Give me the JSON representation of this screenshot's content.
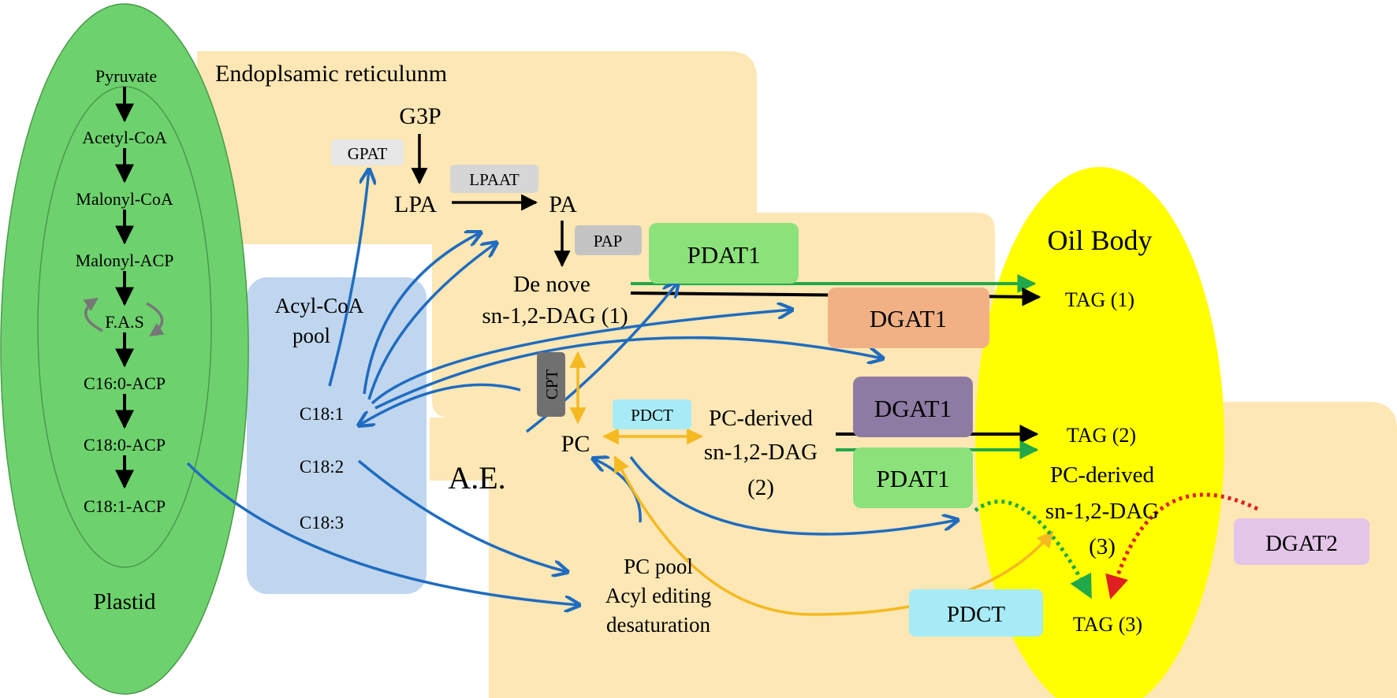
{
  "plastid": {
    "title": "Plastid",
    "chain": [
      "Pyruvate",
      "Acetyl-CoA",
      "Malonyl-CoA",
      "Malonyl-ACP",
      "F.A.S",
      "C16:0-ACP",
      "C18:0-ACP",
      "C18:1-ACP"
    ]
  },
  "er": {
    "title": "Endoplsamic reticulunm",
    "g3p": "G3P",
    "lpa": "LPA",
    "pa": "PA",
    "denovo_line1": "De nove",
    "denovo_line2": "sn-1,2-DAG (1)"
  },
  "acyl_pool": {
    "title_line1": "Acyl-CoA",
    "title_line2": "pool",
    "items": [
      "C18:1",
      "C18:2",
      "C18:3"
    ]
  },
  "ae": {
    "label": "A.E.",
    "pc": "PC",
    "pc_derived2_line1": "PC-derived",
    "pc_derived2_line2": "sn-1,2-DAG",
    "pc_derived2_line3": "(2)",
    "pc_pool_line1": "PC pool",
    "pc_pool_line2": "Acyl editing",
    "pc_pool_line3": "desaturation"
  },
  "oil_body": {
    "title": "Oil Body",
    "tag1": "TAG (1)",
    "tag2": "TAG (2)",
    "tag3": "TAG (3)",
    "pc_derived3_line1": "PC-derived",
    "pc_derived3_line2": "sn-1,2-DAG",
    "pc_derived3_line3": "(3)"
  },
  "enzymes": {
    "gpat": "GPAT",
    "lpaat": "LPAAT",
    "pap": "PAP",
    "pdat1_top": "PDAT1",
    "dgat1_top": "DGAT1",
    "cpt": "CPT",
    "pdct_mid": "PDCT",
    "dgat1_mid": "DGAT1",
    "pdat1_mid": "PDAT1",
    "dgat2": "DGAT2",
    "pdct_bottom": "PDCT"
  },
  "colors": {
    "plastid_fill": "#6dd26d",
    "er_fill": "#fde7b4",
    "acyl_pool_fill": "#bfd6ee",
    "oil_body_fill": "#ffff00",
    "blue_arrow": "#1f6cc0",
    "black_arrow": "#000000",
    "green_arrow": "#21a84a",
    "orange_arrow": "#f5b921",
    "red_dotted": "#e02020",
    "gray_fas": "#777777",
    "gpat_fill": "#e7e7e7",
    "lpaat_fill": "#d6d6d6",
    "pap_fill": "#c4c4c4",
    "pdat1_fill": "#8ce27a",
    "dgat1_top_fill": "#f1b184",
    "dgat1_mid_fill": "#8e7ba4",
    "cpt_fill": "#707070",
    "pdct_fill": "#a7ebf7",
    "dgat2_fill": "#e3c5e8"
  }
}
